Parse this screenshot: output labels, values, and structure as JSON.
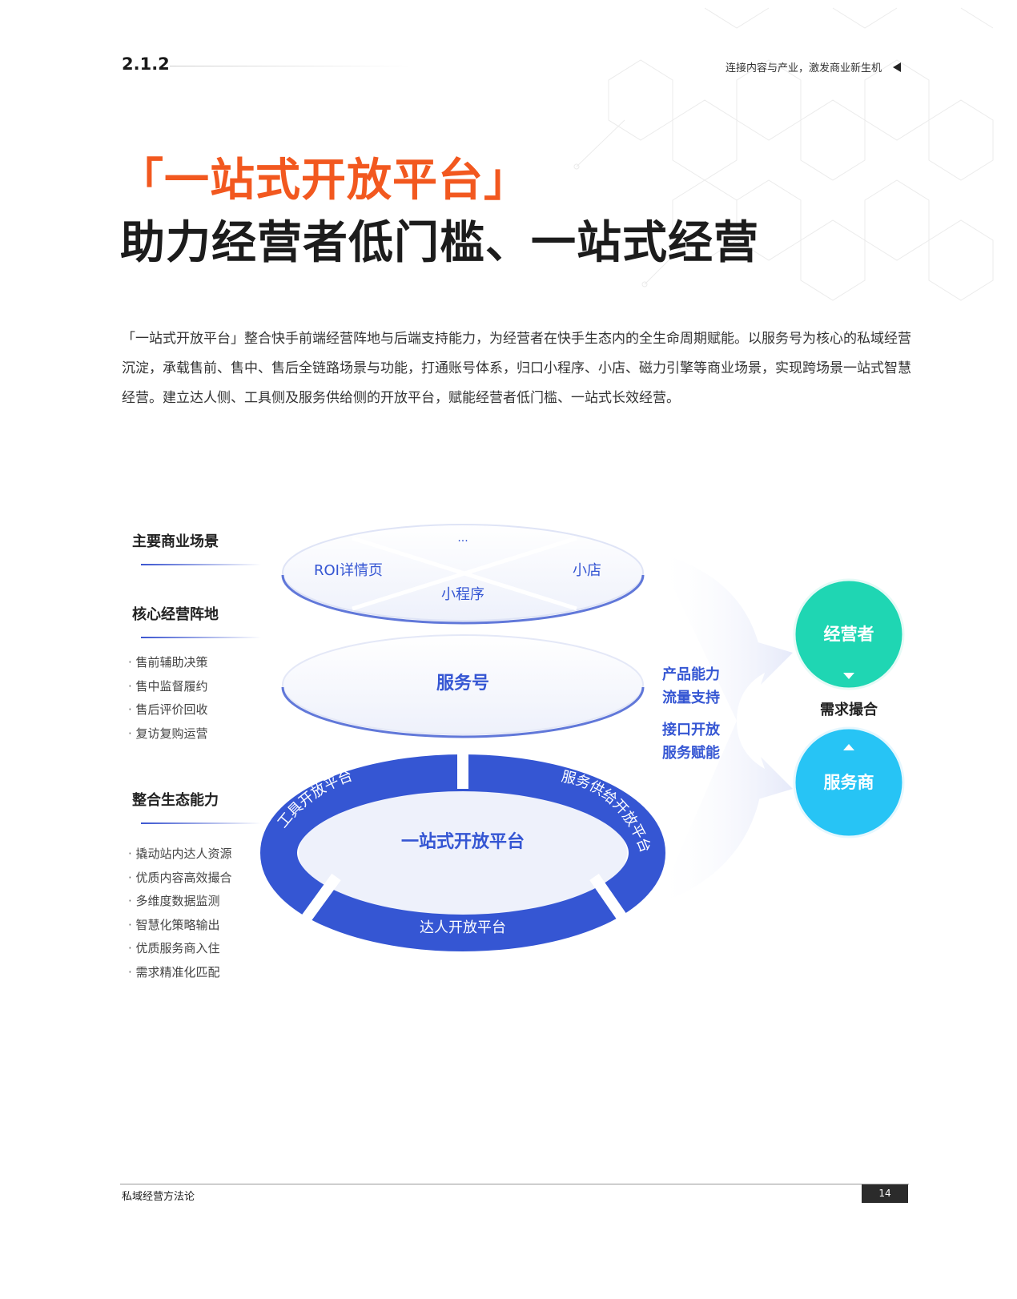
{
  "header": {
    "section_number": "2.1.2",
    "running_title": "连接内容与产业，激发商业新生机"
  },
  "title": {
    "line1": "「一站式开放平台」",
    "line2": "助力经营者低门槛、一站式经营"
  },
  "body_text": "「一站式开放平台」整合快手前端经营阵地与后端支持能力，为经营者在快手生态内的全生命周期赋能。以服务号为核心的私域经营沉淀，承载售前、售中、售后全链路场景与功能，打通账号体系，归口小程序、小店、磁力引擎等商业场景，实现跨场景一站式智慧经营。建立达人侧、工具侧及服务供给侧的开放平台，赋能经营者低门槛、一站式长效经营。",
  "diagram": {
    "left": {
      "scenes_label": "主要商业场景",
      "core_label": "核心经营阵地",
      "core_items": [
        "售前辅助决策",
        "售中监督履约",
        "售后评价回收",
        "复访复购运营"
      ],
      "ecosystem_label": "整合生态能力",
      "ecosystem_items": [
        "撬动站内达人资源",
        "优质内容高效撮合",
        "多维度数据监测",
        "智慧化策略输出",
        "优质服务商入住",
        "需求精准化匹配"
      ]
    },
    "top_disc": {
      "top": "···",
      "left": "ROI详情页",
      "right": "小店",
      "bottom": "小程序"
    },
    "middle_disc": "服务号",
    "ring": {
      "center": "一站式开放平台",
      "left": "工具开放平台",
      "right": "服务供给开放平台",
      "bottom": "达人开放平台"
    },
    "arrows": {
      "upper": [
        "产品能力",
        "流量支持"
      ],
      "lower": [
        "接口开放",
        "服务赋能"
      ]
    },
    "right": {
      "operator": "经营者",
      "match": "需求撮合",
      "provider": "服务商"
    },
    "colors": {
      "primary": "#3556d3",
      "operator": "#1fd6b3",
      "provider": "#27c4f5",
      "accent": "#f2581f"
    }
  },
  "footer": {
    "title": "私域经营方法论",
    "page": "14"
  }
}
